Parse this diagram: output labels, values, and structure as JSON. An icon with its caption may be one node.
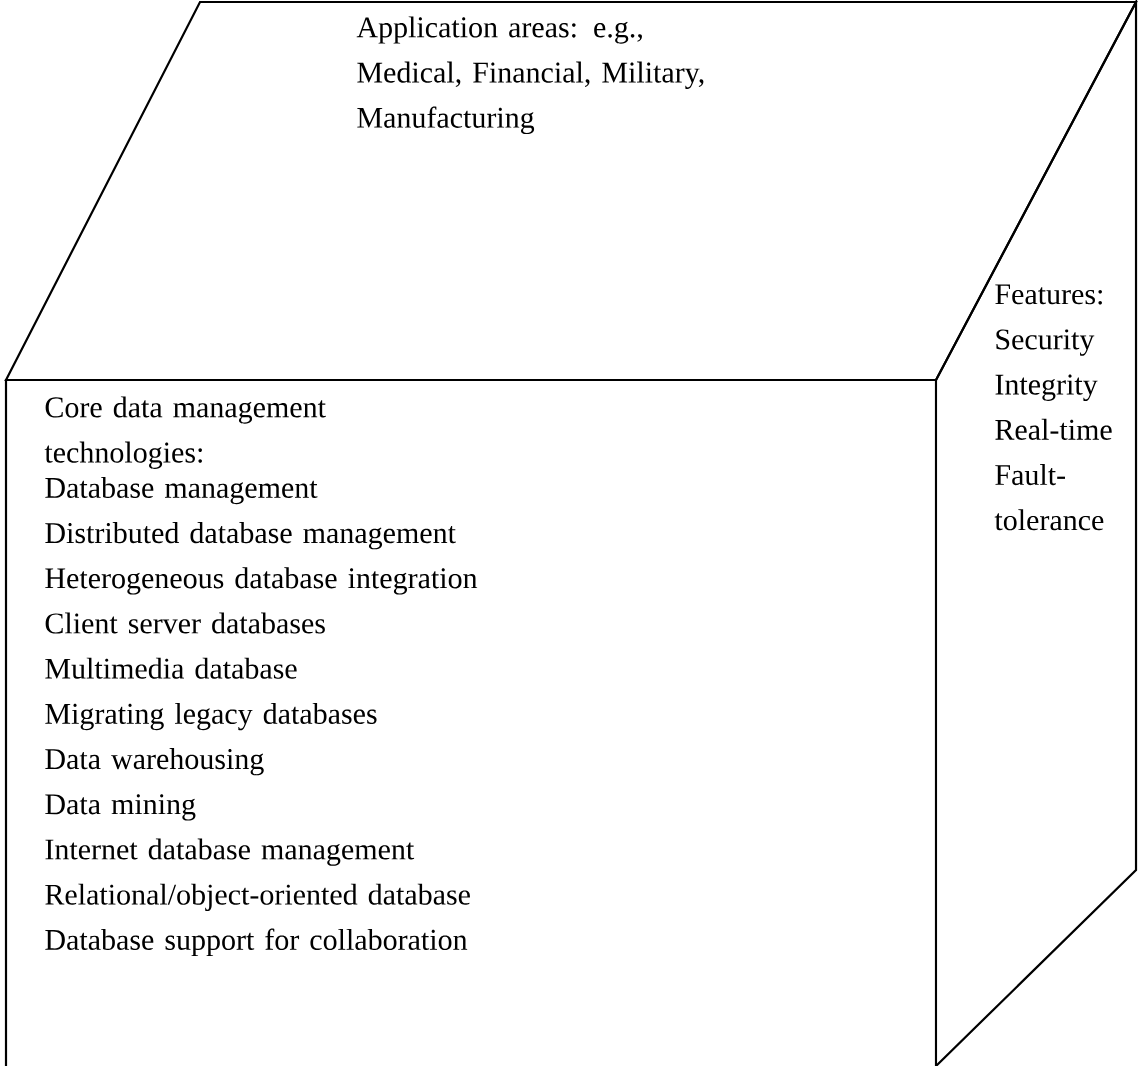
{
  "diagram": {
    "nodes": [
      {
        "text": [
          "Application areas: e.g., Medical, Financial, Military, Manufacturing"
        ]
      },
      {
        "text": [
          "Core data management technologies:",
          "Database management",
          "Distributed database management",
          "Heterogeneous database integration",
          "Client server databases",
          "Multimedia database",
          "Migrating legacy databases",
          "Data warehousing",
          "Data mining",
          "Internet database management",
          "Relational/object-oriented database",
          "Database support for collaboration"
        ]
      },
      {
        "text": [
          "Features:",
          "Security",
          "Integrity",
          "Real-time",
          "Fault-tolerance"
        ]
      }
    ]
  }
}
